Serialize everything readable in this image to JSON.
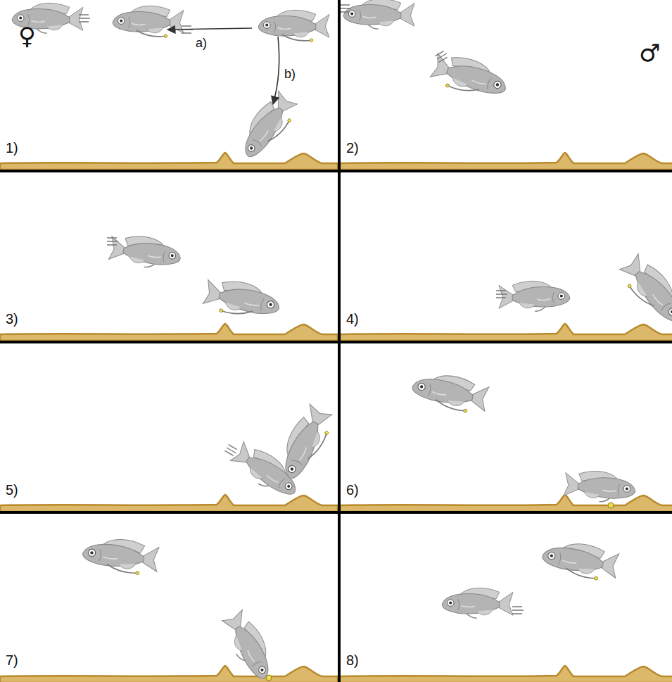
{
  "diagram": {
    "labels": [
      "♀",
      "♂",
      "a)",
      "b)",
      "1)",
      "2)",
      "3)",
      "4)",
      "5)",
      "6)",
      "7)",
      "8)"
    ]
  }
}
